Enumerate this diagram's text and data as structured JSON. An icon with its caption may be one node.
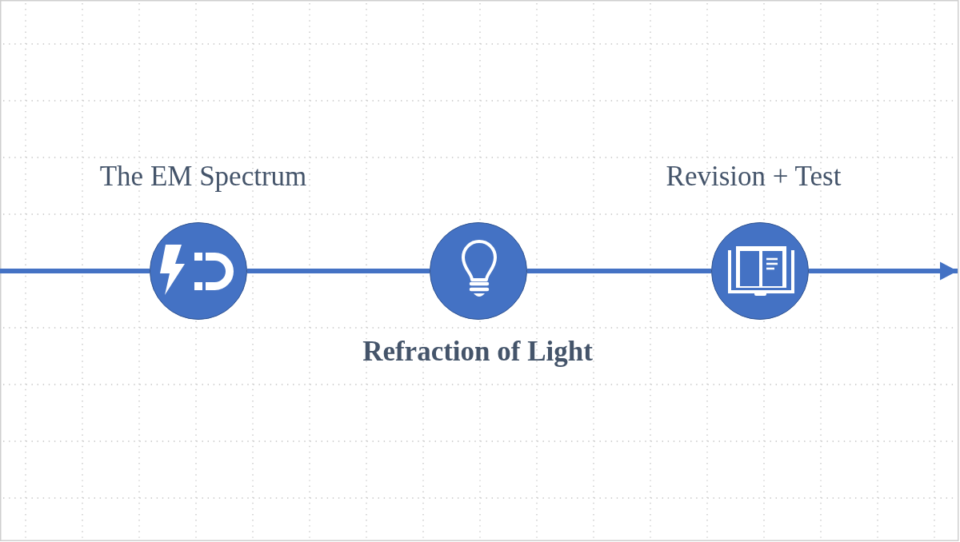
{
  "diagram": {
    "nodes": [
      {
        "text": [],
        "shape": "circle",
        "beside": [
          "The EM Spectrum"
        ]
      },
      {
        "text": [],
        "shape": "circle",
        "beside": [
          "Refraction of Light"
        ]
      },
      {
        "text": [],
        "shape": "circle",
        "beside": [
          "Revision + Test"
        ]
      }
    ],
    "edges": [
      {
        "from": null,
        "to": 0,
        "arrow": "none"
      },
      {
        "from": 0,
        "to": 1,
        "arrow": "none"
      },
      {
        "from": 1,
        "to": 2,
        "arrow": "none"
      },
      {
        "from": 2,
        "to": null,
        "arrow": "to"
      }
    ]
  }
}
